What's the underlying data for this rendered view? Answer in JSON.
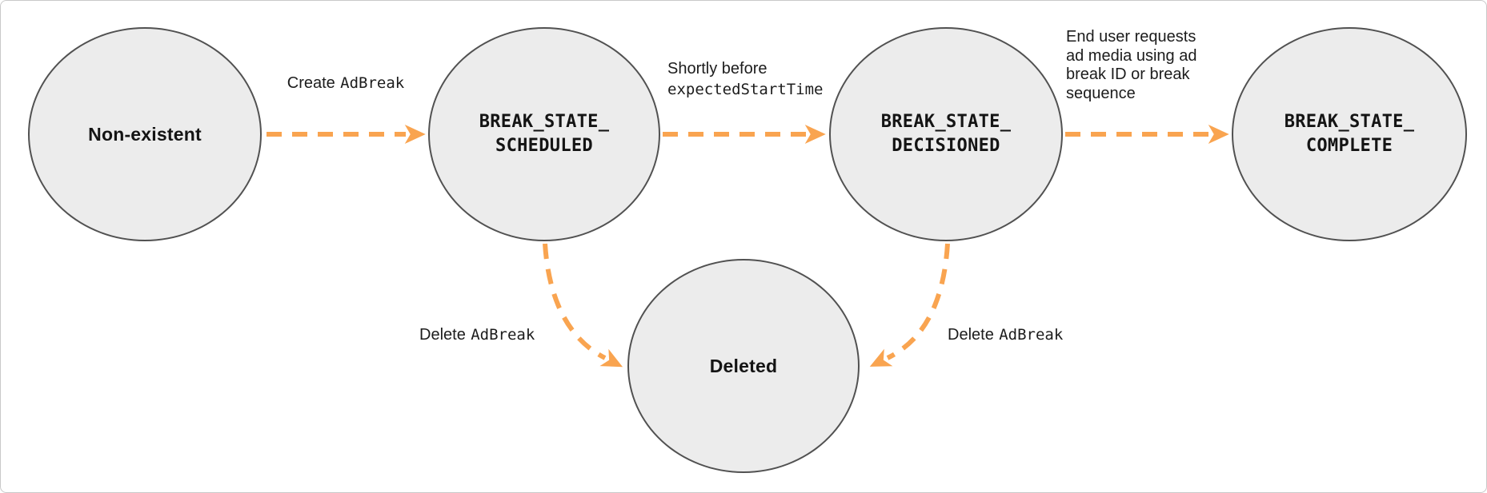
{
  "diagram": {
    "colors": {
      "accent": "#F9A450",
      "node_fill": "#ececec",
      "node_border": "#515151",
      "background": "#ffffff"
    },
    "nodes": [
      {
        "id": "non-existent",
        "line1": "Non-existent"
      },
      {
        "id": "break-state-scheduled",
        "line1": "BREAK_STATE_",
        "line2": "SCHEDULED"
      },
      {
        "id": "break-state-decisioned",
        "line1": "BREAK_STATE_",
        "line2": "DECISIONED"
      },
      {
        "id": "break-state-complete",
        "line1": "BREAK_STATE_",
        "line2": "COMPLETE"
      },
      {
        "id": "deleted",
        "line1": "Deleted"
      }
    ],
    "edges": {
      "create": {
        "from": "non-existent",
        "to": "break-state-scheduled",
        "label_sans": "Create",
        "label_mono": "AdBreak"
      },
      "scheduled_to_decisioned": {
        "from": "break-state-scheduled",
        "to": "break-state-decisioned",
        "label_line1_sans": "Shortly before",
        "label_line2_mono": "expectedStartTime"
      },
      "decisioned_to_complete": {
        "from": "break-state-decisioned",
        "to": "break-state-complete",
        "label_lines": [
          "End user requests",
          "ad media using ad",
          "break ID or break",
          "sequence"
        ]
      },
      "scheduled_to_deleted": {
        "from": "break-state-scheduled",
        "to": "deleted",
        "label_sans": "Delete",
        "label_mono": "AdBreak"
      },
      "decisioned_to_deleted": {
        "from": "break-state-decisioned",
        "to": "deleted",
        "label_sans": "Delete",
        "label_mono": "AdBreak"
      }
    }
  }
}
